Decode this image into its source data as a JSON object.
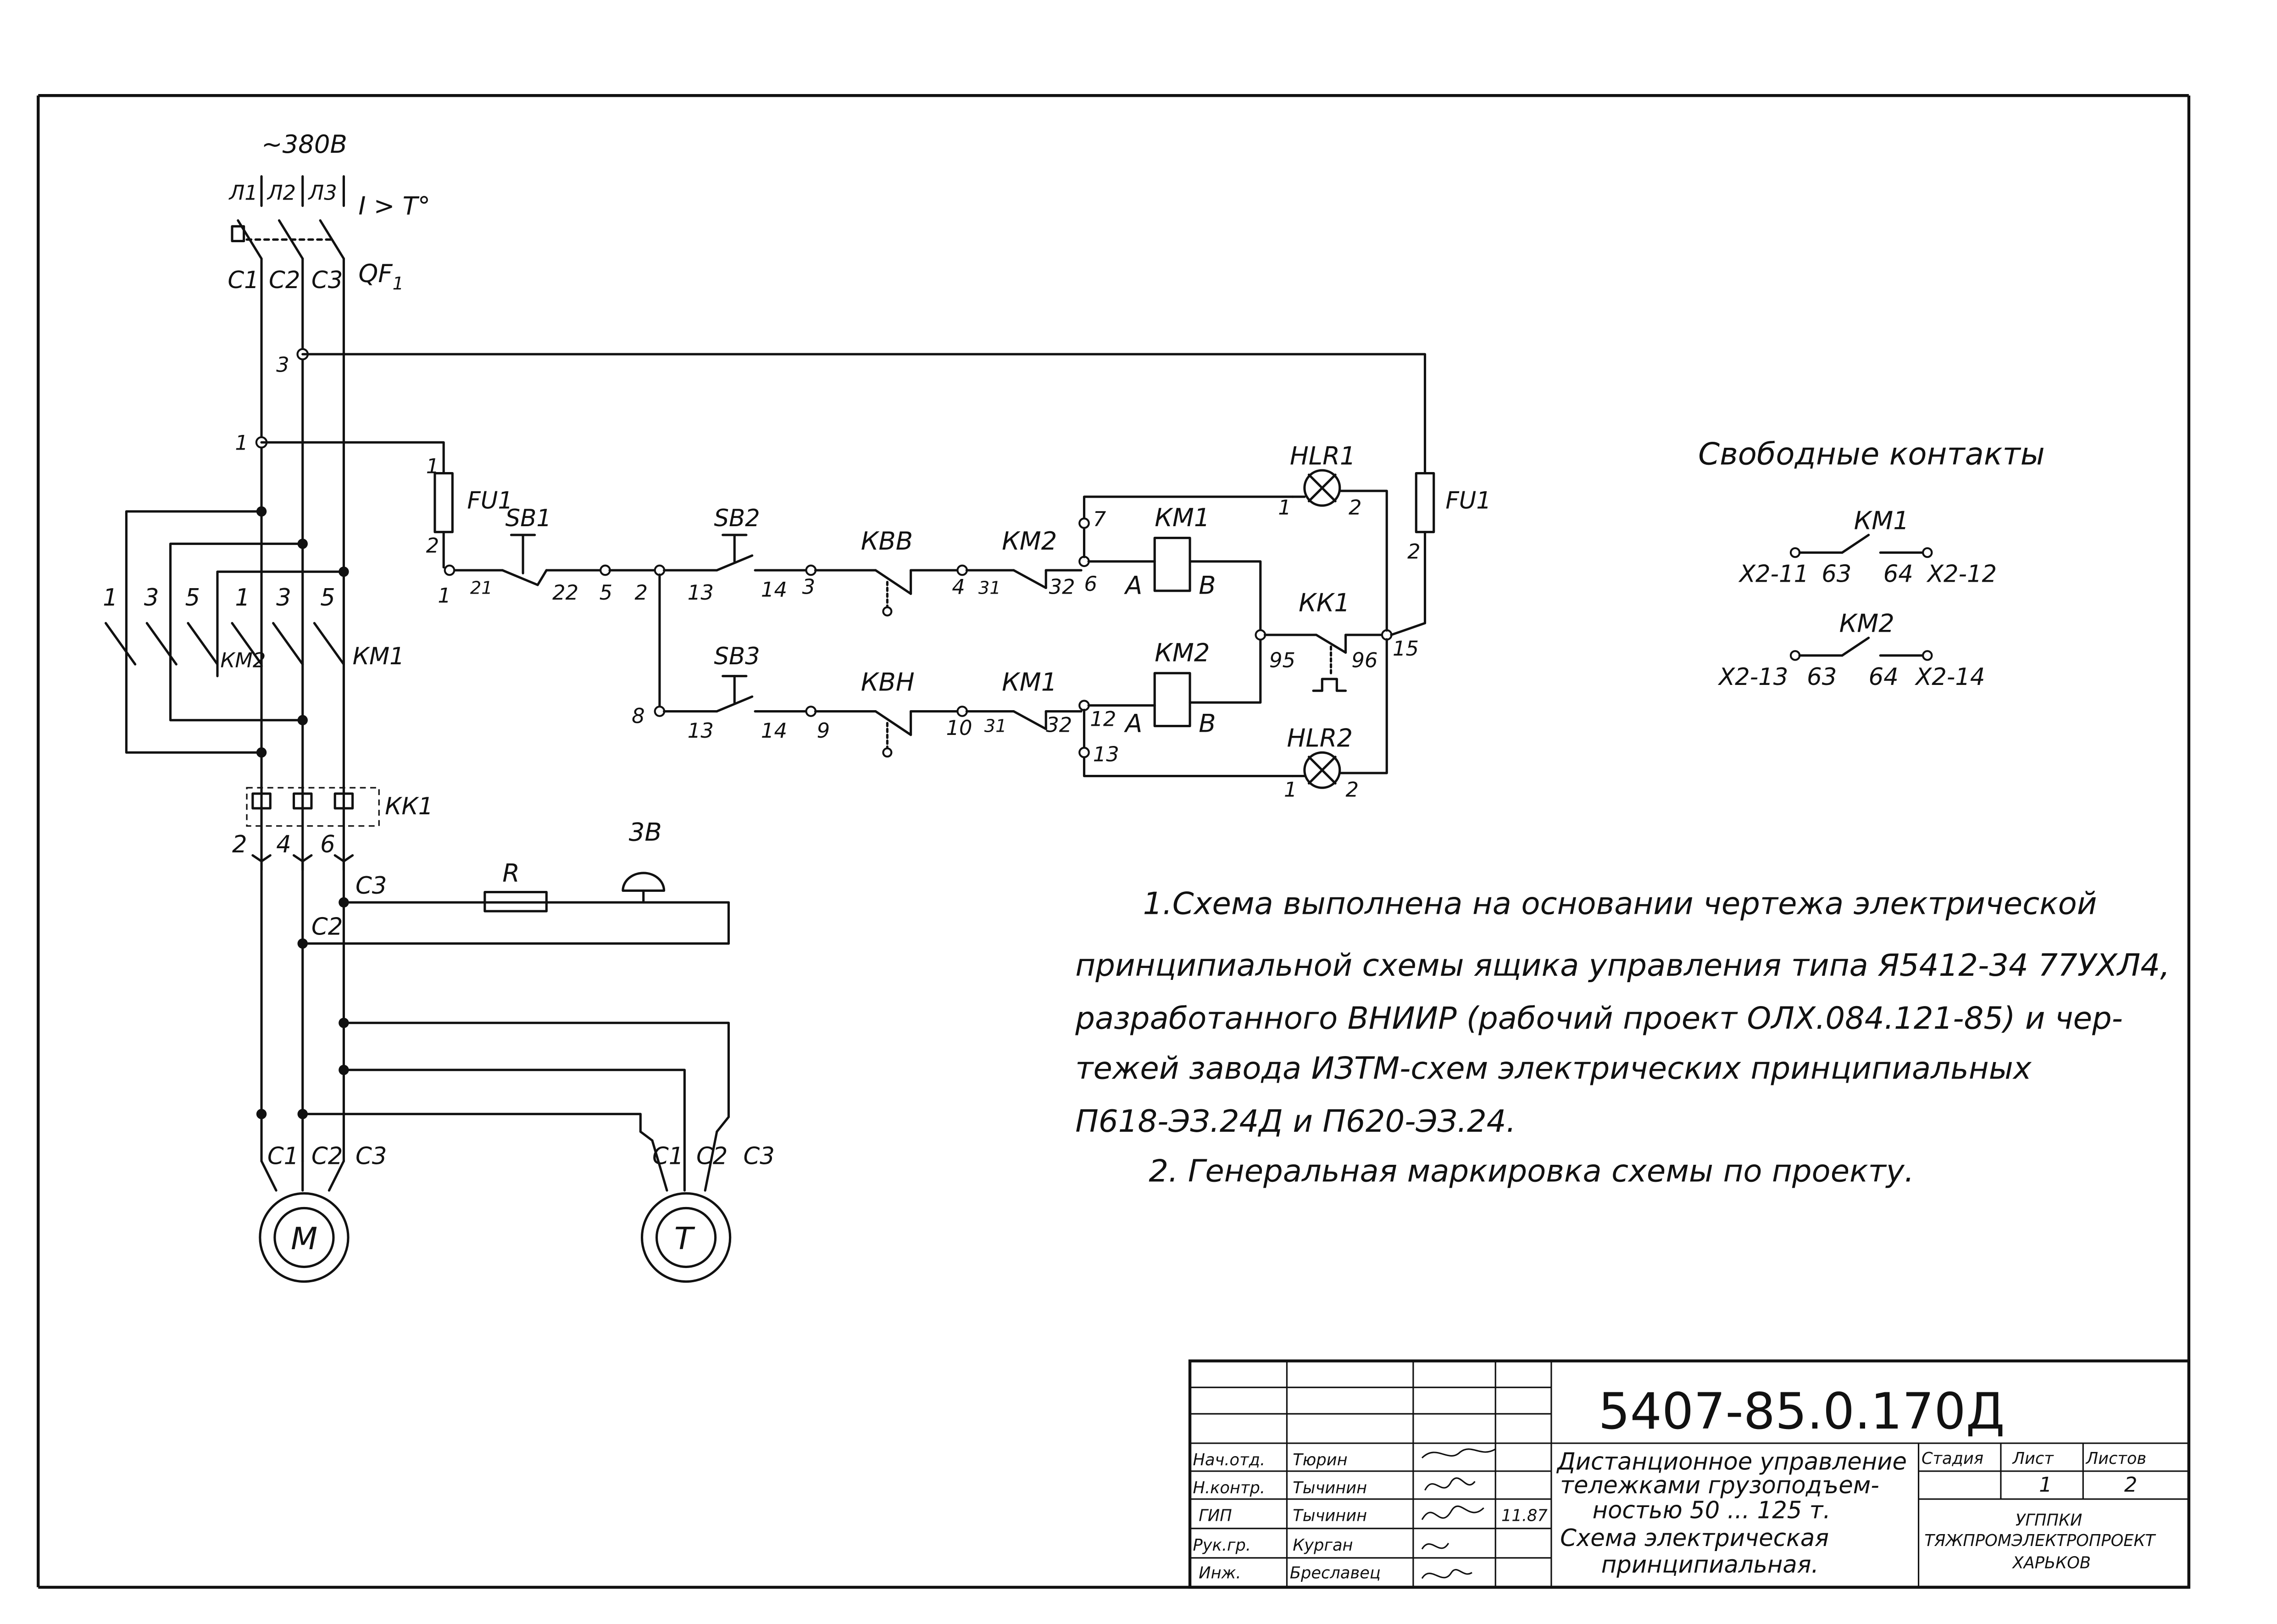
{
  "supply": {
    "voltage": "~380В",
    "phases": [
      "Л1",
      "Л2",
      "Л3"
    ],
    "breaker": {
      "ref": "QF",
      "sub": "1",
      "trip_symbol": "I > T°"
    }
  },
  "conductors": [
    "С1",
    "С2",
    "С3"
  ],
  "taps": {
    "tap3": "3",
    "tap1": "1"
  },
  "reversing_contactors": {
    "terminals": [
      "1",
      "3",
      "5",
      "1",
      "3",
      "5"
    ],
    "km2": "КМ2",
    "km1": "КМ1"
  },
  "overload": {
    "ref": "КК1",
    "terminals": [
      "2",
      "4",
      "6"
    ]
  },
  "brake": {
    "c3": "С3",
    "c2": "С2",
    "resistor": "R",
    "hoist": "3В"
  },
  "motors": {
    "m": {
      "label": "М",
      "terminals": [
        "С1",
        "С2",
        "С3"
      ]
    },
    "t": {
      "label": "Т",
      "terminals": [
        "С1",
        "С2",
        "С3"
      ]
    }
  },
  "control": {
    "fu_left": {
      "ref": "FU1",
      "n1": "1",
      "n2": "2"
    },
    "fu_right": {
      "ref": "FU1",
      "n2": "2"
    },
    "sb1": "SB1",
    "sb2": "SB2",
    "sb3": "SB3",
    "kvv": "КВВ",
    "kvn": "КВН",
    "km2_int": "КМ2",
    "km1_int": "КМ1",
    "coil1": {
      "ref": "КМ1",
      "a": "А",
      "b": "В"
    },
    "coil2": {
      "ref": "КМ2",
      "a": "А",
      "b": "В"
    },
    "kk1": {
      "ref": "КК1",
      "n95": "95",
      "n96": "96"
    },
    "hlr1": {
      "ref": "HLR1",
      "n1": "1",
      "n2": "2"
    },
    "hlr2": {
      "ref": "HLR2",
      "n1": "1",
      "n2": "2"
    },
    "n1": "1",
    "n21": "21",
    "n22": "22",
    "n5": "5",
    "n2": "2",
    "n13a": "13",
    "n14a": "14",
    "n3": "3",
    "n4": "4",
    "n31a": "31",
    "n32a": "32",
    "n6": "6",
    "n7": "7",
    "n8": "8",
    "n13b": "13",
    "n14b": "14",
    "n9": "9",
    "n10": "10",
    "n31b": "31",
    "n32b": "32",
    "n12": "12",
    "n13c": "13",
    "n15": "15"
  },
  "free_contacts": {
    "title": "Свободные контакты",
    "km1": {
      "ref": "КМ1",
      "left": "Х2-11",
      "a": "63",
      "b": "64",
      "right": "Х2-12"
    },
    "km2": {
      "ref": "КМ2",
      "left": "Х2-13",
      "a": "63",
      "b": "64",
      "right": "Х2-14"
    }
  },
  "notes": [
    "1.Схема выполнена на основании чертежа электрической",
    "принципиальной схемы ящика управления типа Я5412-34 77УХЛ4,",
    "разработанного ВНИИР (рабочий проект ОЛХ.084.121-85) и чер-",
    "тежей завода ИЗТМ-схем электрических принципиальных",
    "П618-ЭЗ.24Д и П620-ЭЗ.24.",
    "2. Генеральная маркировка схемы по проекту."
  ],
  "title_block": {
    "code": "5407-85.0.170Д",
    "roles": [
      "Нач.отд.",
      "Н.контр.",
      "ГИП",
      "Рук.гр.",
      "Инж."
    ],
    "names": [
      "Тюрин",
      "Тычинин",
      "Тычинин",
      "Курган",
      "Бреславец"
    ],
    "date": "11.87",
    "description": [
      "Дистанционное управление",
      "тележками грузоподъем-",
      "ностью 50 ... 125 т.",
      "Схема электрическая",
      "принципиальная."
    ],
    "stage_header": "Стадия",
    "sheet_header": "Лист",
    "sheets_header": "Листов",
    "sheet": "1",
    "sheets": "2",
    "org": [
      "УГППКИ",
      "ТЯЖПРОМЭЛЕКТРОПРОЕКТ",
      "ХАРЬКОВ"
    ]
  }
}
